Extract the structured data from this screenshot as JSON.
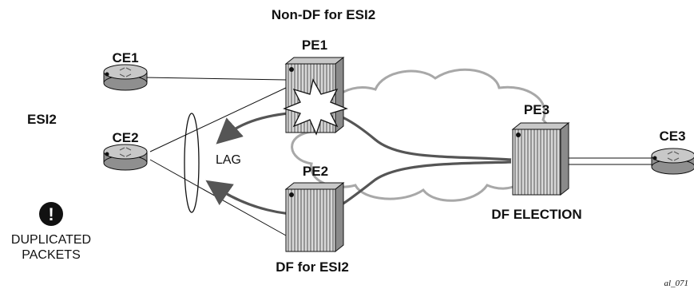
{
  "labels": {
    "non_df_label": "Non-DF for ESI2",
    "df_label": "DF for ESI2",
    "df_election": "DF ELECTION",
    "esi": "ESI2",
    "lag": "LAG",
    "warning_line1": "DUPLICATED",
    "warning_line2": "PACKETS",
    "figure_id": "al_071"
  },
  "nodes": {
    "ce1": "CE1",
    "ce2": "CE2",
    "ce3": "CE3",
    "pe1": "PE1",
    "pe2": "PE2",
    "pe3": "PE3"
  },
  "warning_glyph": "!",
  "colors": {
    "ink": "#111111",
    "path": "#555555",
    "cloud": "#a8a8a8",
    "router_body": "#9a9a9a",
    "router_top": "#c8c8c8"
  }
}
